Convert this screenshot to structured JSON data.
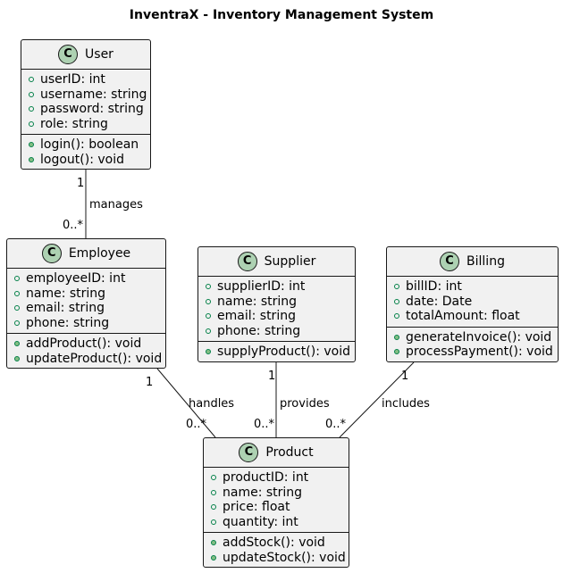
{
  "title": "InventraX - Inventory Management System",
  "classes": {
    "user": {
      "icon": "C",
      "name": "User",
      "attributes": [
        "userID: int",
        "username: string",
        "password: string",
        "role: string"
      ],
      "methods": [
        "login(): boolean",
        "logout(): void"
      ]
    },
    "employee": {
      "icon": "C",
      "name": "Employee",
      "attributes": [
        "employeeID: int",
        "name: string",
        "email: string",
        "phone: string"
      ],
      "methods": [
        "addProduct(): void",
        "updateProduct(): void"
      ]
    },
    "supplier": {
      "icon": "C",
      "name": "Supplier",
      "attributes": [
        "supplierID: int",
        "name: string",
        "email: string",
        "phone: string"
      ],
      "methods": [
        "supplyProduct(): void"
      ]
    },
    "billing": {
      "icon": "C",
      "name": "Billing",
      "attributes": [
        "billID: int",
        "date: Date",
        "totalAmount: float"
      ],
      "methods": [
        "generateInvoice(): void",
        "processPayment(): void"
      ]
    },
    "product": {
      "icon": "C",
      "name": "Product",
      "attributes": [
        "productID: int",
        "name: string",
        "price: float",
        "quantity: int"
      ],
      "methods": [
        "addStock(): void",
        "updateStock(): void"
      ]
    }
  },
  "relations": {
    "manages": {
      "label": "manages",
      "from_mult": "1",
      "to_mult": "0..*"
    },
    "handles": {
      "label": "handles",
      "from_mult": "1",
      "to_mult": "0..*"
    },
    "provides": {
      "label": "provides",
      "from_mult": "1",
      "to_mult": "0..*"
    },
    "includes": {
      "label": "includes",
      "from_mult": "1",
      "to_mult": "0..*"
    }
  },
  "colors": {
    "class_fill": "#f1f1f1",
    "class_border": "#181818",
    "class_icon": "#add1b2",
    "visibility_public": "#84be84"
  }
}
